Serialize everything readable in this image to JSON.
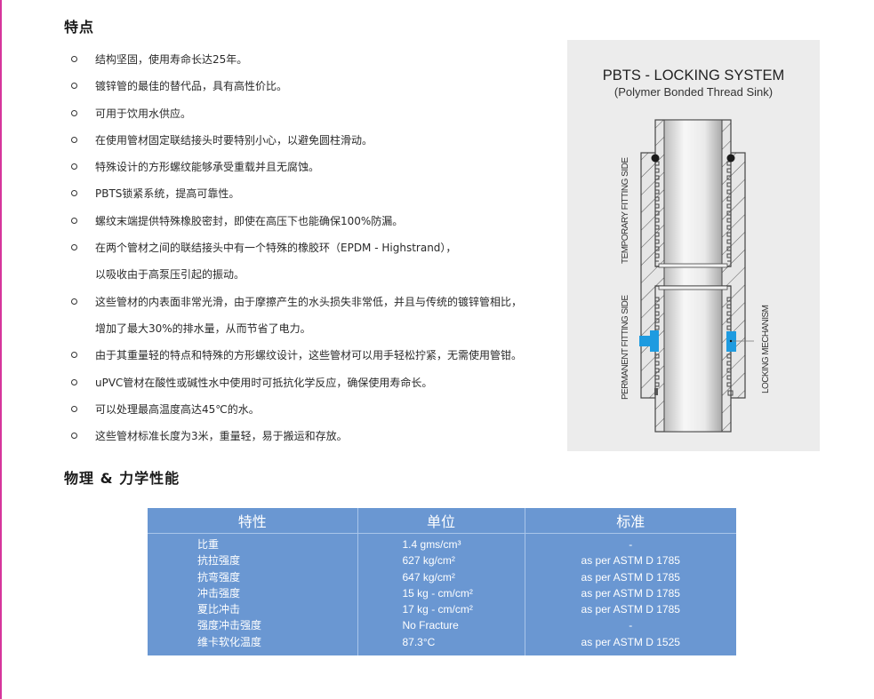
{
  "features": {
    "title": "特点",
    "items": [
      {
        "text": "结构坚固，使用寿命长达25年。"
      },
      {
        "text": "镀锌管的最佳的替代品，具有高性价比。"
      },
      {
        "text": "可用于饮用水供应。"
      },
      {
        "text": "在使用管材固定联结接头时要特别小心，以避免圆柱滑动。"
      },
      {
        "text": "特殊设计的方形螺纹能够承受重载并且无腐蚀。"
      },
      {
        "text": "PBTS锁紧系统，提高可靠性。"
      },
      {
        "text": "螺纹末端提供特殊橡胶密封，即使在高压下也能确保100%防漏。"
      },
      {
        "text": "在两个管材之间的联结接头中有一个特殊的橡胶环（EPDM - Highstrand），",
        "continuation": "以吸收由于高泵压引起的振动。"
      },
      {
        "text": "这些管材的内表面非常光滑，由于摩擦产生的水头损失非常低，并且与传统的镀锌管相比，",
        "continuation": "增加了最大30%的排水量，从而节省了电力。"
      },
      {
        "text": "由于其重量轻的特点和特殊的方形螺纹设计，这些管材可以用手轻松拧紧，无需使用管钳。"
      },
      {
        "text": "uPVC管材在酸性或碱性水中使用时可抵抗化学反应，确保使用寿命长。"
      },
      {
        "text": "可以处理最高温度高达45℃的水。"
      },
      {
        "text": "这些管材标准长度为3米，重量轻，易于搬运和存放。"
      }
    ]
  },
  "diagram": {
    "title": "PBTS - LOCKING SYSTEM",
    "subtitle": "(Polymer Bonded Thread Sink)",
    "label_temporary": "TEMPORARY FITTING SIDE",
    "label_permanent": "PERMANENT FITTING SIDE",
    "label_locking": "LOCKING MECHANISM",
    "lock_color": "#1e9be0",
    "panel_color": "#ececec"
  },
  "physical": {
    "title": "物理 & 力学性能",
    "table": {
      "headers": [
        "特性",
        "单位",
        "标准"
      ],
      "rows": [
        {
          "property": "比重",
          "unit": "1.4 gms/cm³",
          "standard": "-"
        },
        {
          "property": "抗拉强度",
          "unit": "627 kg/cm²",
          "standard": "as per ASTM D 1785"
        },
        {
          "property": "抗弯强度",
          "unit": "647 kg/cm²",
          "standard": "as per ASTM D 1785"
        },
        {
          "property": "冲击强度",
          "unit": "15 kg - cm/cm²",
          "standard": "as per ASTM D 1785"
        },
        {
          "property": "夏比冲击",
          "unit": "17 kg - cm/cm²",
          "standard": "as per ASTM D 1785"
        },
        {
          "property": "强度冲击强度",
          "unit": "No Fracture",
          "standard": "-"
        },
        {
          "property": "维卡软化温度",
          "unit": "87.3°C",
          "standard": "as per ASTM D 1525"
        }
      ],
      "background": "#6a97d2"
    }
  }
}
